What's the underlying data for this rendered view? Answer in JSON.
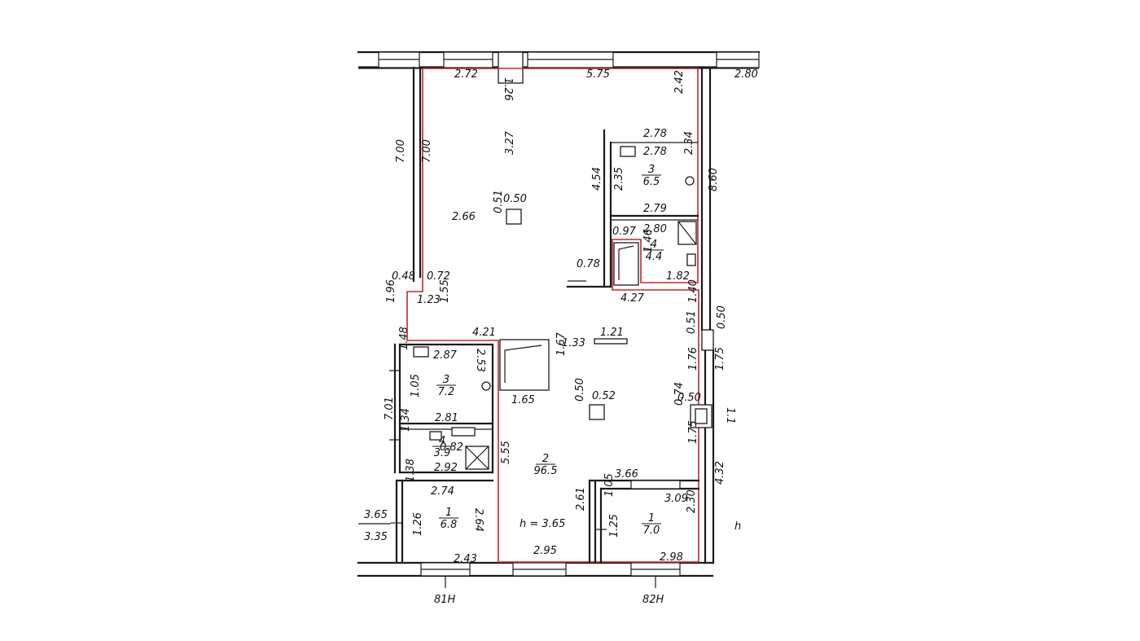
{
  "dimensions": {
    "top_left_width": "2.72",
    "top_window_pier": "1.26",
    "top_main_width": "5.75",
    "top_right_neighbor": "2.80",
    "right_top_segment": "2.42",
    "left_height_outer": "7.00",
    "left_height_inner": "7.00",
    "main_height": "3.27",
    "column_size_a": "0.50",
    "column_size_b": "0.51",
    "main_offset": "2.66",
    "right_total_height": "8.60",
    "wc_top_width": "2.78",
    "wc_inner_width": "2.78",
    "wc_height": "2.34",
    "wc_bottom_width": "2.79",
    "bath_block_height": "4.54",
    "wc_left_height": "2.35",
    "bath_width": "2.80",
    "bath_niche": "0.97",
    "bath_height": "1.46",
    "bath_right": "1.82",
    "kitchen_niche": "0.78",
    "bath_bottom": "4.27",
    "left_step_a": "0.48",
    "left_step_b": "0.72",
    "left_step_c": "1.23",
    "left_step_d": "1.55",
    "left_step_e": "1.96",
    "corridor_width": "4.21",
    "center_dim_a": "1.33",
    "center_dim_b": "1.21",
    "right_dim_a": "1.40",
    "right_dim_b": "0.51",
    "right_dim_c": "0.50",
    "shaft_height": "1.67",
    "shaft_width": "1.65",
    "shaft_side": "2.53",
    "wc2_width": "2.87",
    "wc2_side": "1.48",
    "wc2_lower": "1.05",
    "wc2_bottom": "2.81",
    "bath2_side": "1.34",
    "bath2_niche": "0.82",
    "bath2_width": "2.92",
    "left_total": "7.01",
    "column2_a": "0.52",
    "column2_b": "0.50",
    "right_col_a": "1.76",
    "right_col_b": "1.75",
    "right_col_c": "0.50",
    "right_col_d": "0.74",
    "right_col_e": "1.75",
    "center_height": "5.55",
    "room1_top": "3.66",
    "room1_width": "3.09",
    "room1_side": "1.05",
    "room1_height": "2.30",
    "room1_lower": "1.25",
    "room1_bottom": "2.98",
    "room1_left": "2.61",
    "right_outer": "4.32",
    "ceiling_height": "h = 3.65",
    "bottom_center": "2.95",
    "room1b_top": "2.74",
    "room1b_side": "1.38",
    "room1b_height": "2.64",
    "room1b_lower": "1.26",
    "room1b_bottom": "2.43",
    "floor_a": "3.65",
    "floor_b": "3.35",
    "partial_label": "h",
    "partial_label_b": "1.1"
  },
  "rooms": [
    {
      "number": "3",
      "area": "6.5"
    },
    {
      "number": "4",
      "area": "4.4"
    },
    {
      "number": "3",
      "area": "7.2"
    },
    {
      "number": "4",
      "area": "3.9"
    },
    {
      "number": "2",
      "area": "96.5"
    },
    {
      "number": "1",
      "area": "7.0"
    },
    {
      "number": "1",
      "area": "6.8"
    }
  ],
  "axes": {
    "left": "81Н",
    "right": "82Н"
  },
  "colors": {
    "walls": "#1a1a1a",
    "unit_outline": "#c0282d"
  }
}
